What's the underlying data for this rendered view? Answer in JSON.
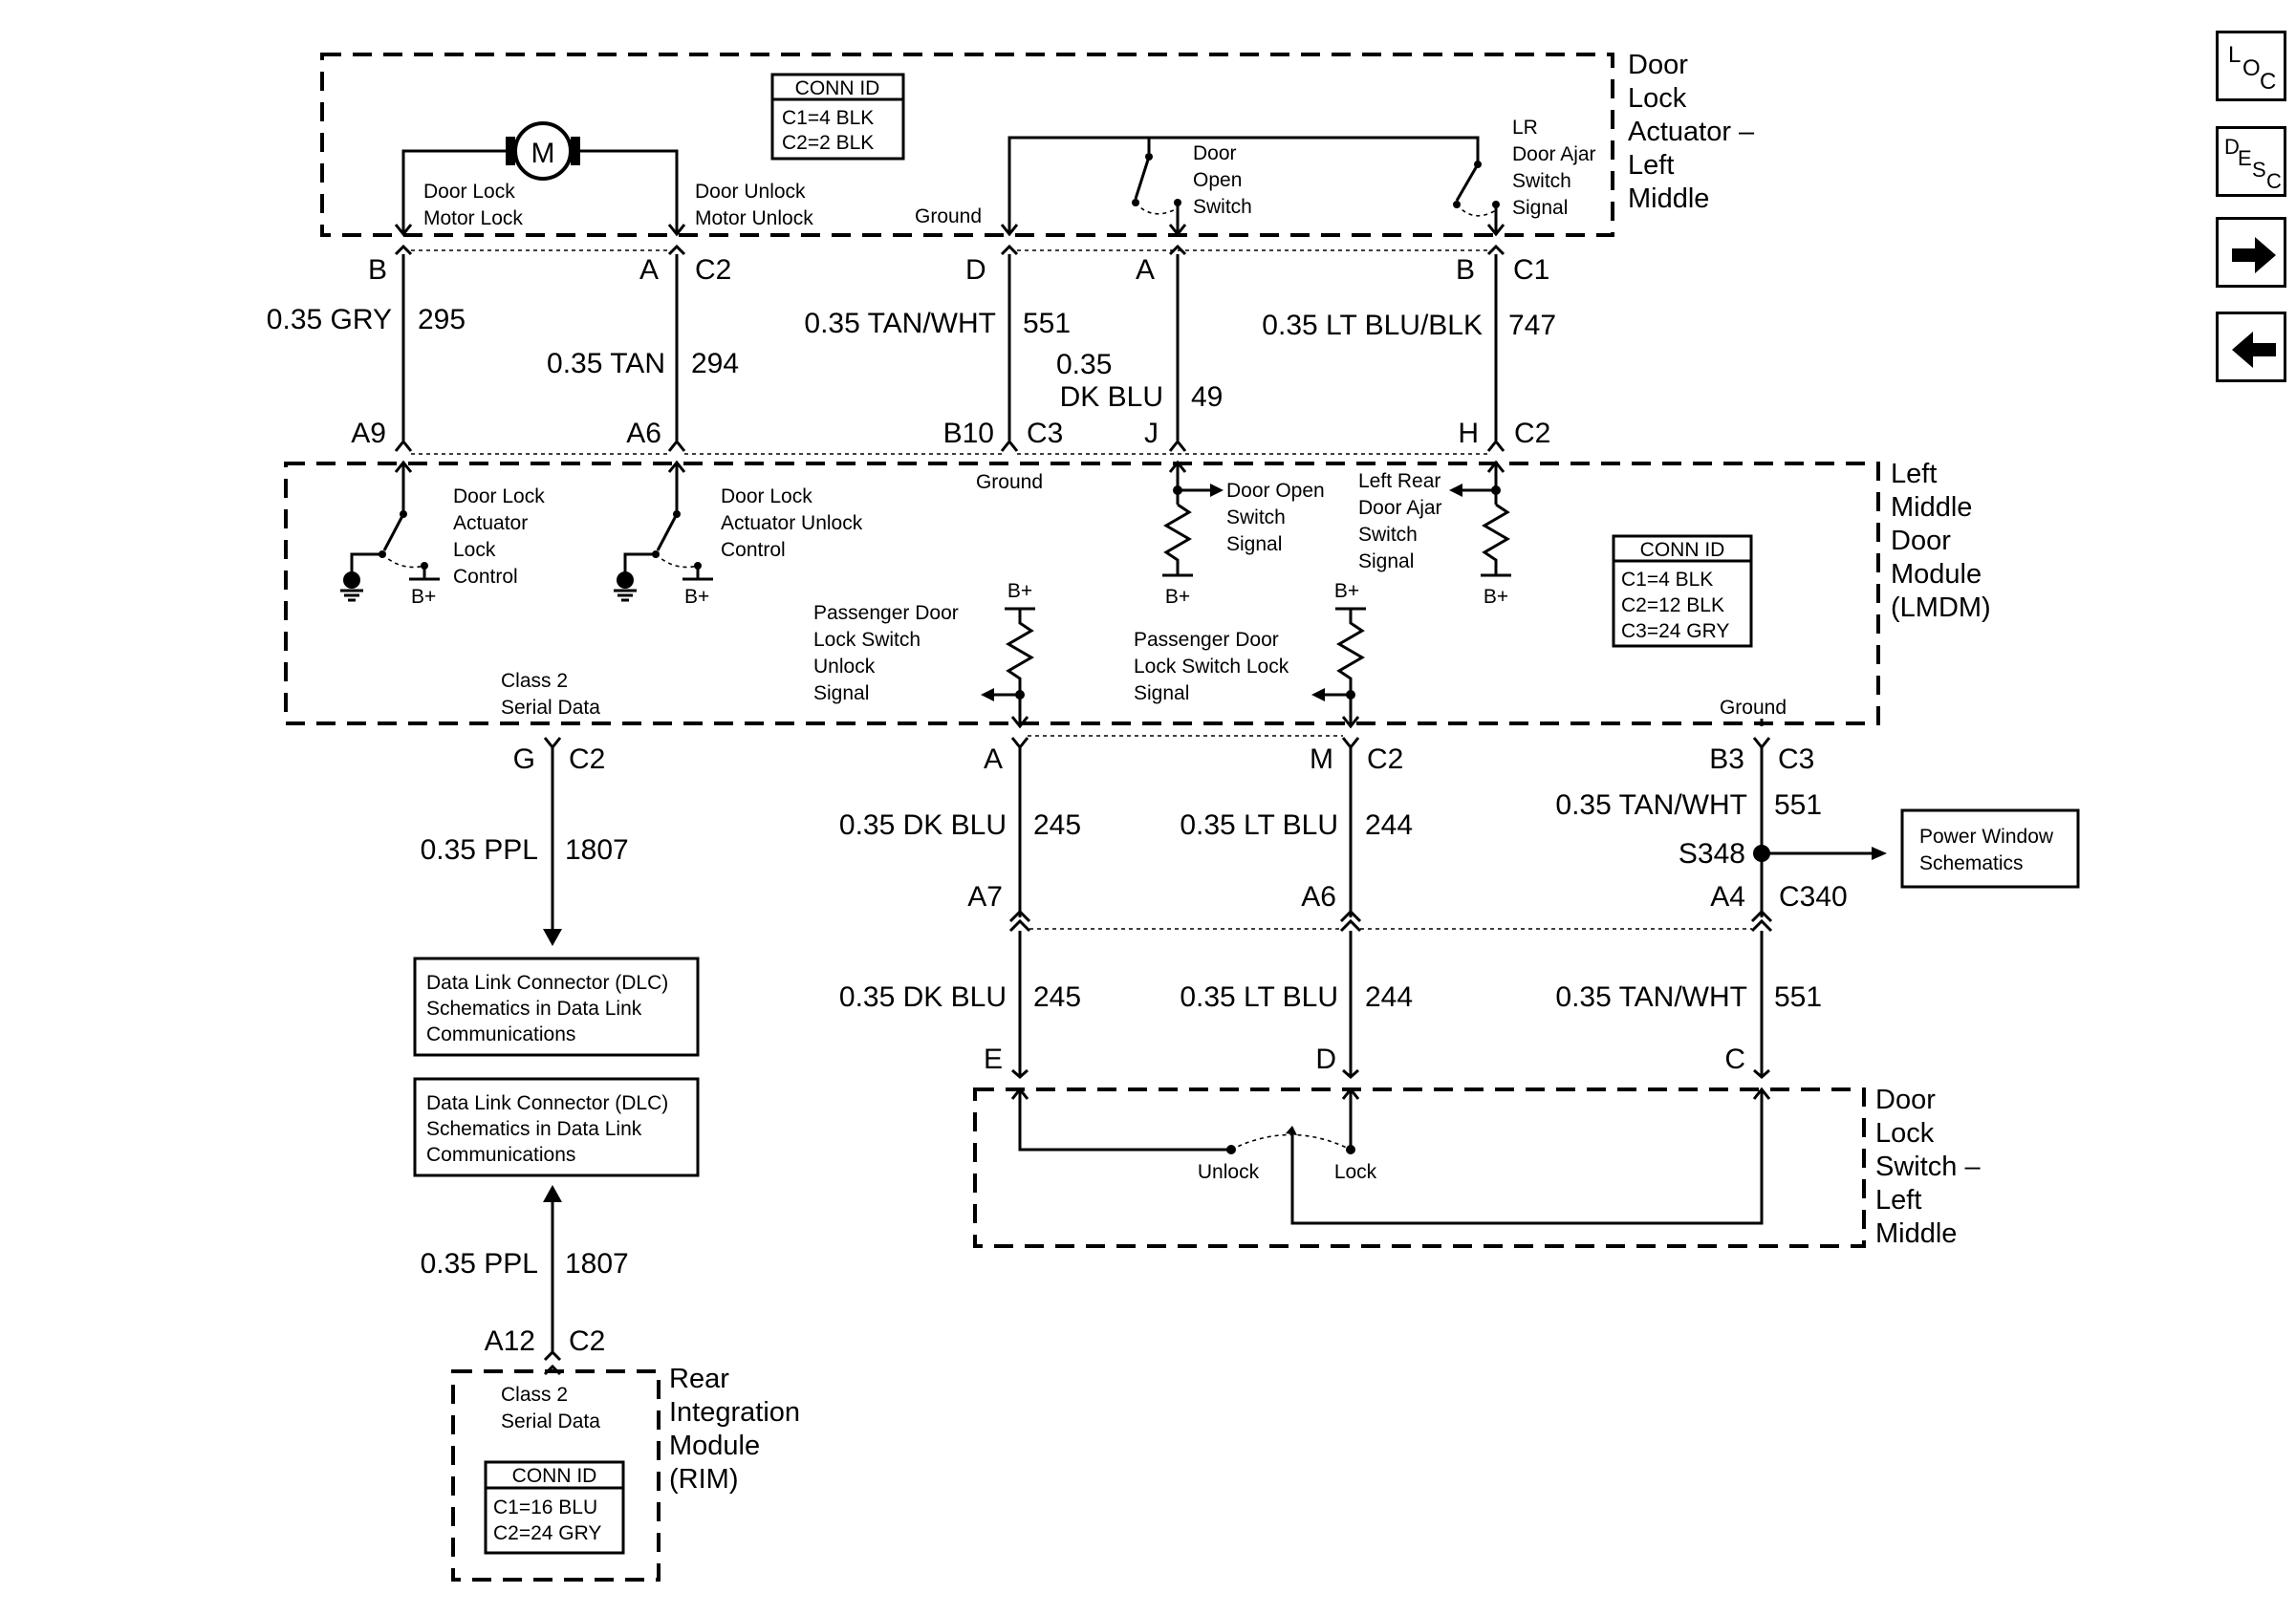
{
  "modules": {
    "actuator": {
      "lines": [
        "Door",
        "Lock",
        "Actuator –",
        "Left",
        "Middle"
      ]
    },
    "lmdm": {
      "lines": [
        "Left",
        "Middle",
        "Door",
        "Module",
        "(LMDM)"
      ]
    },
    "switch": {
      "lines": [
        "Door",
        "Lock",
        "Switch –",
        "Left",
        "Middle"
      ]
    },
    "rim": {
      "lines": [
        "Rear",
        "Integration",
        "Module",
        "(RIM)"
      ]
    }
  },
  "conn_ids": {
    "actuator": {
      "title": "CONN ID",
      "rows": [
        "C1=4 BLK",
        "C2=2 BLK"
      ]
    },
    "lmdm": {
      "title": "CONN ID",
      "rows": [
        "C1=4 BLK",
        "C2=12 BLK",
        "C3=24 GRY"
      ]
    },
    "rim": {
      "title": "CONN ID",
      "rows": [
        "C1=16 BLU",
        "C2=24 GRY"
      ]
    }
  },
  "motor": {
    "symbol": "M"
  },
  "actuator_labels": {
    "lock": [
      "Door Lock",
      "Motor Lock"
    ],
    "unlock": [
      "Door Unlock",
      "Motor Unlock"
    ],
    "ground": "Ground",
    "door_open": [
      "Door",
      "Open",
      "Switch"
    ],
    "ajar": [
      "LR",
      "Door Ajar",
      "Switch",
      "Signal"
    ]
  },
  "top_pins": {
    "b": "B",
    "a": "A",
    "c2": "C2",
    "d": "D",
    "a2": "A",
    "b2": "B",
    "c1": "C1"
  },
  "wires_top": {
    "w1_color": "0.35 GRY",
    "w1_num": "295",
    "w2_color": "0.35 TAN",
    "w2_num": "294",
    "w3_color": "0.35 TAN/WHT",
    "w3_num": "551",
    "w4_color_1": "0.35",
    "w4_color_2": "DK BLU",
    "w4_num": "49",
    "w5_color": "0.35 LT BLU/BLK",
    "w5_num": "747"
  },
  "lmdm_top_pins": {
    "a9": "A9",
    "a6": "A6",
    "b10": "B10",
    "c3": "C3",
    "j": "J",
    "h": "H",
    "c2": "C2"
  },
  "lmdm_labels": {
    "ground_top": "Ground",
    "lock_control": [
      "Door Lock",
      "Actuator",
      "Lock",
      "Control"
    ],
    "unlock_control": [
      "Door Lock",
      "Actuator Unlock",
      "Control"
    ],
    "door_open_signal": [
      "Door Open",
      "Switch",
      "Signal"
    ],
    "lr_ajar_signal": [
      "Left Rear",
      "Door Ajar",
      "Switch",
      "Signal"
    ],
    "bplus": "B+",
    "pass_unlock": [
      "Passenger Door",
      "Lock Switch",
      "Unlock",
      "Signal"
    ],
    "pass_lock": [
      "Passenger Door",
      "Lock Switch Lock",
      "Signal"
    ],
    "class2": [
      "Class 2",
      "Serial Data"
    ],
    "ground_bottom": "Ground"
  },
  "lmdm_bottom_pins": {
    "g": "G",
    "c2a": "C2",
    "a": "A",
    "m": "M",
    "c2b": "C2",
    "b3": "B3",
    "c3": "C3"
  },
  "wires_mid": {
    "ppl_color": "0.35 PPL",
    "ppl_num": "1807",
    "dkblu_color": "0.35 DK BLU",
    "dkblu_num": "245",
    "ltblu_color": "0.35 LT BLU",
    "ltblu_num": "244",
    "tanwht_color": "0.35 TAN/WHT",
    "tanwht_num": "551"
  },
  "splice": "S348",
  "power_window": [
    "Power Window",
    "Schematics"
  ],
  "c340_pins": {
    "a7": "A7",
    "a6": "A6",
    "a4": "A4",
    "c340": "C340"
  },
  "wires_low": {
    "dkblu_color": "0.35 DK BLU",
    "dkblu_num": "245",
    "ltblu_color": "0.35 LT BLU",
    "ltblu_num": "244",
    "tanwht_color": "0.35 TAN/WHT",
    "tanwht_num": "551"
  },
  "switch_pins": {
    "e": "E",
    "d": "D",
    "c": "C"
  },
  "switch_labels": {
    "unlock": "Unlock",
    "lock": "Lock"
  },
  "dlc_box": [
    "Data Link Connector (DLC)",
    "Schematics in Data Link",
    "Communications"
  ],
  "rim_wire": {
    "color": "0.35 PPL",
    "num": "1807"
  },
  "rim_pins": {
    "a12": "A12",
    "c2": "C2"
  },
  "rim_class2": [
    "Class 2",
    "Serial Data"
  ],
  "nav": {
    "loc": [
      "L",
      "O",
      "C"
    ],
    "desc": [
      "D",
      "E",
      "S",
      "C"
    ],
    "next_icon": "arrow-right-icon",
    "prev_icon": "arrow-left-icon"
  }
}
